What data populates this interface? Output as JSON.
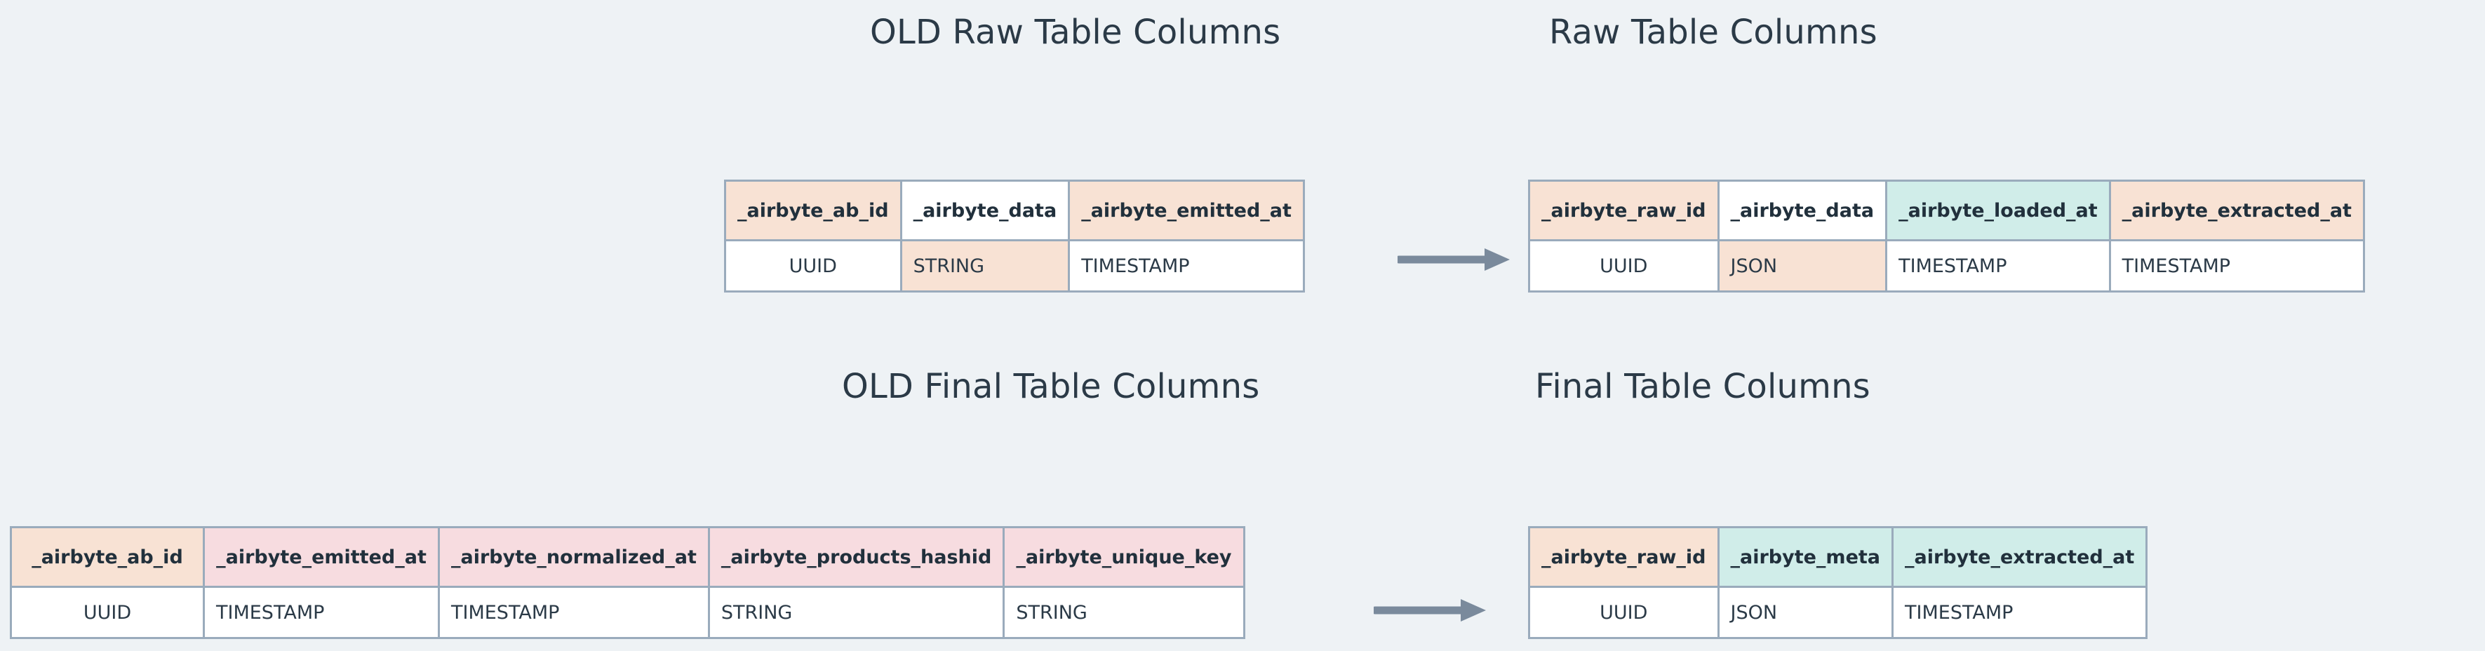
{
  "background_color": "#eef2f5",
  "palette": {
    "peach": "#f8e2d4",
    "teal": "#d0ede9",
    "pink": "#f7dce0",
    "border": "#9aabbc",
    "text": "#2b3a47",
    "arrow": "#7a8a9c"
  },
  "titles": {
    "old_raw": "OLD Raw Table Columns",
    "new_raw": "Raw Table Columns",
    "old_final": "OLD Final Table Columns",
    "new_final": "Final Table Columns"
  },
  "arrows": {
    "raw": "arrow-right",
    "final": "arrow-right"
  },
  "tables": {
    "old_raw": {
      "name": "OLD Raw Table Columns",
      "columns": [
        {
          "header": "_airbyte_ab_id",
          "header_fill": "peach",
          "type": "UUID",
          "type_fill": "none"
        },
        {
          "header": "_airbyte_data",
          "header_fill": "none",
          "type": "STRING",
          "type_fill": "peach"
        },
        {
          "header": "_airbyte_emitted_at",
          "header_fill": "peach",
          "type": "TIMESTAMP",
          "type_fill": "none"
        }
      ]
    },
    "new_raw": {
      "name": "Raw Table Columns",
      "columns": [
        {
          "header": "_airbyte_raw_id",
          "header_fill": "peach",
          "type": "UUID",
          "type_fill": "none"
        },
        {
          "header": "_airbyte_data",
          "header_fill": "none",
          "type": "JSON",
          "type_fill": "peach"
        },
        {
          "header": "_airbyte_loaded_at",
          "header_fill": "teal",
          "type": "TIMESTAMP",
          "type_fill": "none"
        },
        {
          "header": "_airbyte_extracted_at",
          "header_fill": "peach",
          "type": "TIMESTAMP",
          "type_fill": "none"
        }
      ]
    },
    "old_final": {
      "name": "OLD Final Table Columns",
      "columns": [
        {
          "header": "_airbyte_ab_id",
          "header_fill": "peach",
          "type": "UUID",
          "type_fill": "none"
        },
        {
          "header": "_airbyte_emitted_at",
          "header_fill": "pink",
          "type": "TIMESTAMP",
          "type_fill": "none"
        },
        {
          "header": "_airbyte_normalized_at",
          "header_fill": "pink",
          "type": "TIMESTAMP",
          "type_fill": "none"
        },
        {
          "header": "_airbyte_products_hashid",
          "header_fill": "pink",
          "type": "STRING",
          "type_fill": "none"
        },
        {
          "header": "_airbyte_unique_key",
          "header_fill": "pink",
          "type": "STRING",
          "type_fill": "none"
        }
      ]
    },
    "new_final": {
      "name": "Final Table Columns",
      "columns": [
        {
          "header": "_airbyte_raw_id",
          "header_fill": "peach",
          "type": "UUID",
          "type_fill": "none"
        },
        {
          "header": "_airbyte_meta",
          "header_fill": "teal",
          "type": "JSON",
          "type_fill": "none"
        },
        {
          "header": "_airbyte_extracted_at",
          "header_fill": "teal",
          "type": "TIMESTAMP",
          "type_fill": "none"
        }
      ]
    }
  }
}
